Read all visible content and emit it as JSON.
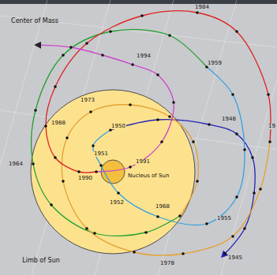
{
  "diagram": {
    "labels": [
      "1984",
      "Center of Mass",
      "1994",
      "1959",
      "1973",
      "1950",
      "1948",
      "19",
      "1988",
      "1964",
      "1951",
      "1991",
      "1990",
      "Nucleus of Sun",
      "1952",
      "1968",
      "1955",
      "1978",
      "1945",
      "Limb of Sun"
    ]
  }
}
